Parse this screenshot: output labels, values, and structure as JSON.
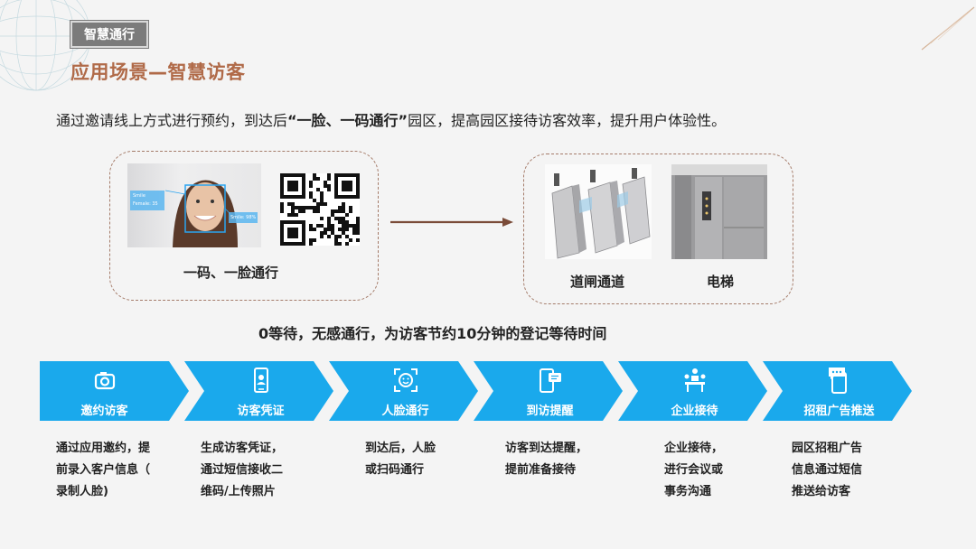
{
  "header": {
    "tag": "智慧通行",
    "title": "应用场景—智慧访客"
  },
  "intro": {
    "before": "通过邀请线上方式进行预约，到达后",
    "emphasis": "“一脸、一码通行”",
    "after": "园区，提高园区接待访客效率，提升用户体验性。"
  },
  "left_panel": {
    "caption": "一码、一脸通行",
    "face_tags": [
      "Smile",
      "Female: 35",
      "Smile: 98%"
    ]
  },
  "right_panel": {
    "gate_caption": "道闸通道",
    "elevator_caption": "电梯"
  },
  "banner": "0等待，无感通行，为访客节约10分钟的登记等待时间",
  "colors": {
    "accent_blue": "#1aa9ec",
    "title_brown": "#b06a48",
    "tag_gray": "#7b7b7b",
    "arrow_brown": "#7a4b38"
  },
  "steps": [
    {
      "label": "邀约访客",
      "icon": "camera-icon",
      "desc": [
        "通过应用邀约，提",
        "前录入客户信息（",
        "录制人脸)"
      ]
    },
    {
      "label": "访客凭证",
      "icon": "phone-id-icon",
      "desc": [
        "生成访客凭证，",
        "通过短信接收二",
        "维码/上传照片"
      ]
    },
    {
      "label": "人脸通行",
      "icon": "face-scan-icon",
      "desc": [
        "到达后，人脸",
        "或扫码通行"
      ]
    },
    {
      "label": "到访提醒",
      "icon": "phone-message-icon",
      "desc": [
        "访客到达提醒，",
        "提前准备接待"
      ]
    },
    {
      "label": "企业接待",
      "icon": "meeting-icon",
      "desc": [
        "企业接待，",
        "进行会议或",
        "事务沟通"
      ]
    },
    {
      "label": "招租广告推送",
      "icon": "phone-chat-icon",
      "desc": [
        "园区招租广告",
        "信息通过短信",
        "推送给访客"
      ]
    }
  ]
}
